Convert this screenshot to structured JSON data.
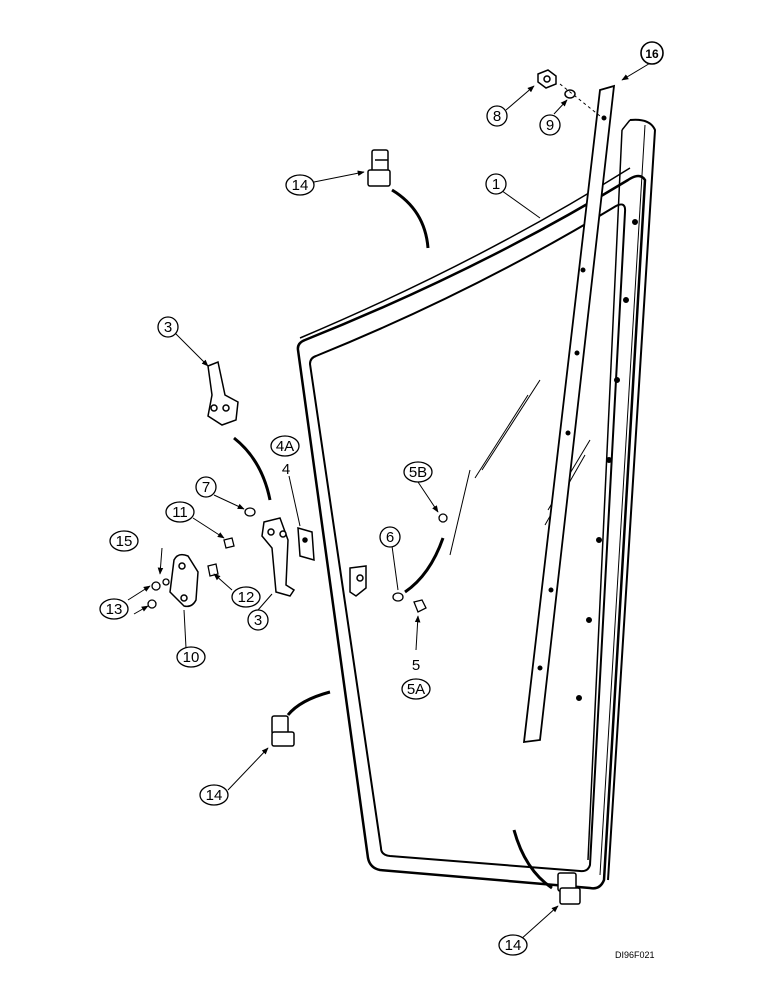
{
  "drawing_code": "DI96F021",
  "callouts": {
    "c1": "1",
    "c3a": "3",
    "c3b": "3",
    "c4": "4",
    "c4a": "4A",
    "c5": "5",
    "c5a": "5A",
    "c5b": "5B",
    "c6": "6",
    "c7": "7",
    "c8": "8",
    "c9": "9",
    "c10": "10",
    "c11": "11",
    "c12": "12",
    "c13": "13",
    "c14a": "14",
    "c14b": "14",
    "c14c": "14",
    "c15": "15",
    "c16": "16"
  }
}
